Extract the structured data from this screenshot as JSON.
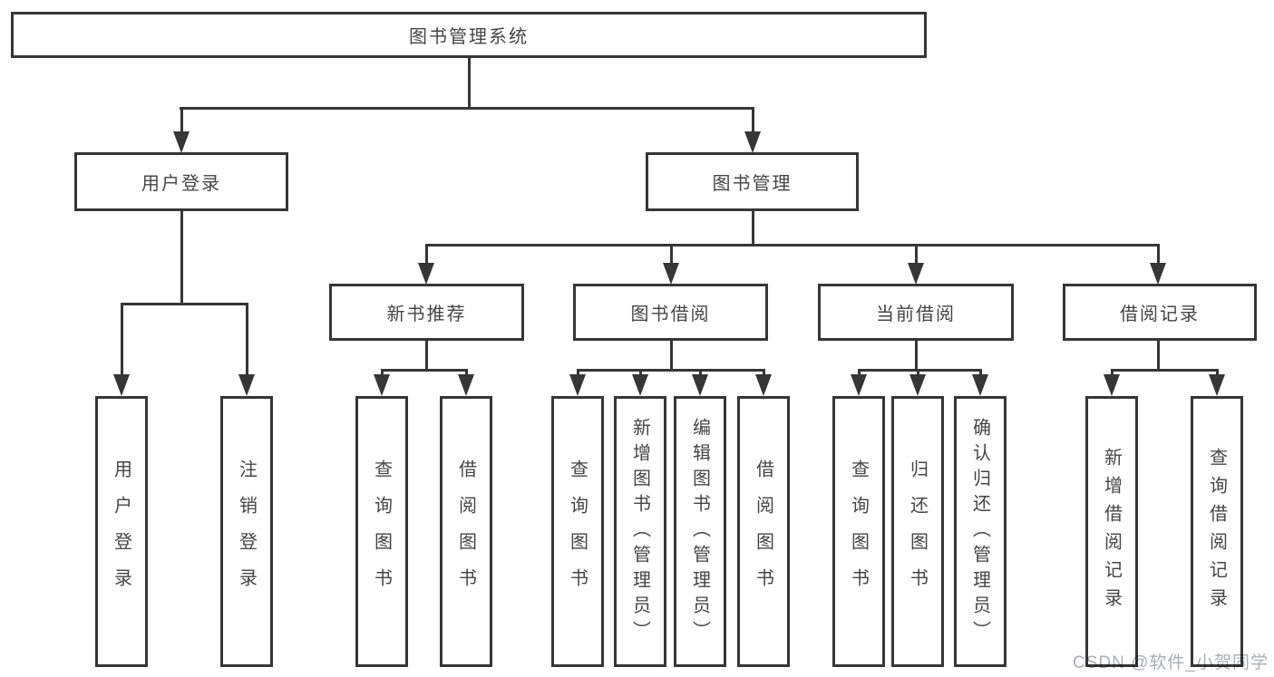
{
  "tree": {
    "root": "图书管理系统",
    "l2_user": "用户登录",
    "l2_book": "图书管理",
    "l3": [
      "新书推荐",
      "图书借阅",
      "当前借阅",
      "借阅记录"
    ],
    "leaves_user": [
      "用户登录",
      "注销登录"
    ],
    "leaves_newbook": [
      "查询图书",
      "借阅图书"
    ],
    "leaves_borrow": [
      "查询图书",
      "新增图书（管理员）",
      "编辑图书（管理员）",
      "借阅图书"
    ],
    "leaves_current": [
      "查询图书",
      "归还图书",
      "确认归还（管理员）"
    ],
    "leaves_records": [
      "新增借阅记录",
      "查询借阅记录"
    ]
  },
  "watermark": "CSDN @软件_小贺同学",
  "colors": {
    "line": "#363636",
    "box_fill": "#ffffff",
    "text": "#454545",
    "watermark": "#a9adb4"
  }
}
